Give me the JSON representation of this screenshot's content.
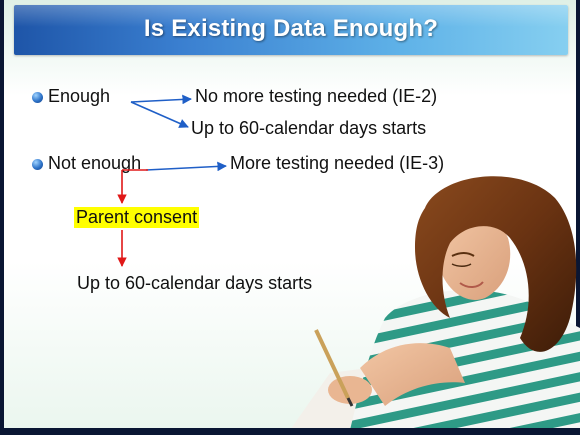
{
  "slide": {
    "title": "Is Existing Data Enough?",
    "items": {
      "enough_label": "Enough",
      "no_more_testing": "No more testing needed (IE-2)",
      "up_to_60_a": "Up to 60-calendar days starts",
      "not_enough_label": "Not enough",
      "more_testing": "More testing needed (IE-3)",
      "parent_consent": "Parent consent",
      "up_to_60_b": "Up to 60-calendar days starts"
    }
  },
  "colors": {
    "title_bar": "#3a7fd0",
    "arrow_blue": "#1f5fc7",
    "arrow_red": "#e01818",
    "highlight": "#ffff00"
  },
  "icons": {
    "bullet": "blue-sphere-bullet"
  }
}
